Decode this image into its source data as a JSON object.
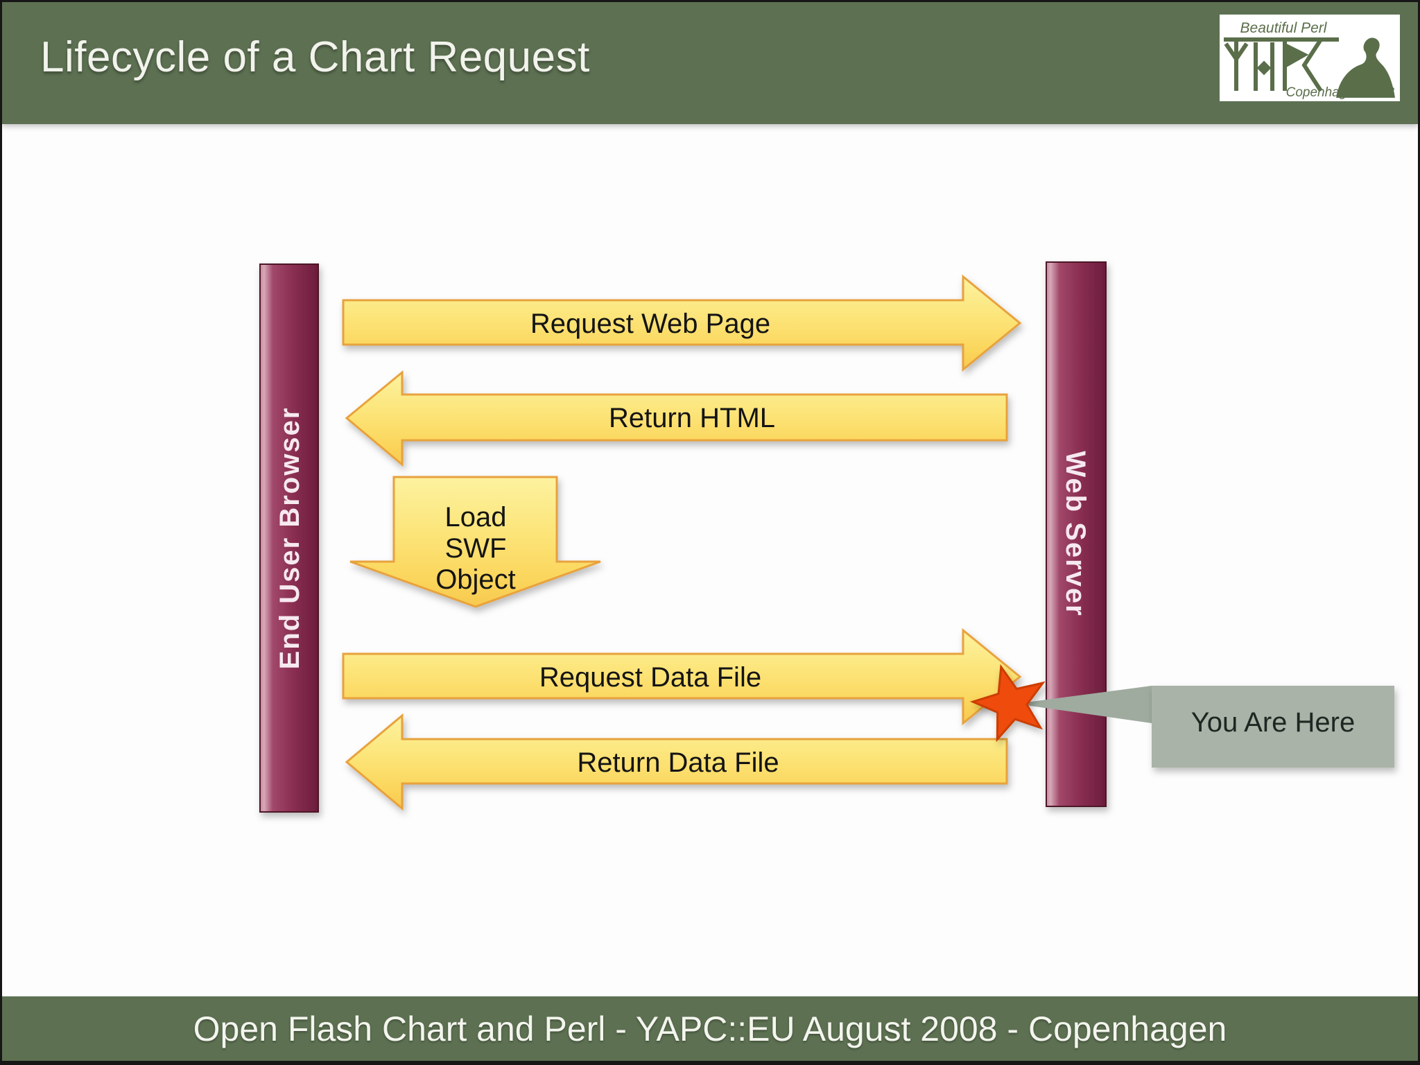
{
  "slide": {
    "title": "Lifecycle of a Chart Request",
    "footer": "Open Flash Chart and Perl - YAPC::EU August 2008 - Copenhagen"
  },
  "logo": {
    "tagline": "Beautiful Perl",
    "location": "Copenhagen 2008",
    "org": "YAPC"
  },
  "diagram": {
    "left_actor": {
      "label": "End User Browser"
    },
    "right_actor": {
      "label": "Web Server"
    },
    "steps": [
      {
        "label": "Request Web Page",
        "direction": "right"
      },
      {
        "label": "Return HTML",
        "direction": "left"
      },
      {
        "label": "Load SWF Object",
        "direction": "down",
        "lines": [
          "Load",
          "SWF",
          "Object"
        ]
      },
      {
        "label": "Request Data File",
        "direction": "right"
      },
      {
        "label": "Return Data File",
        "direction": "left"
      }
    ],
    "callout": {
      "label": "You Are Here",
      "shape": "star-burst"
    }
  },
  "colors": {
    "band_green": "#5d7152",
    "body_white": "#fdfdfd",
    "bar_maroon": "#8b2f52",
    "bar_border": "#4e1228",
    "arrow_yellow": "#fbd85c",
    "arrow_border": "#e8a23c",
    "star_orange": "#ee4b10",
    "callout_gray": "#a9b3a7",
    "logo_green": "#5a6e4a"
  }
}
